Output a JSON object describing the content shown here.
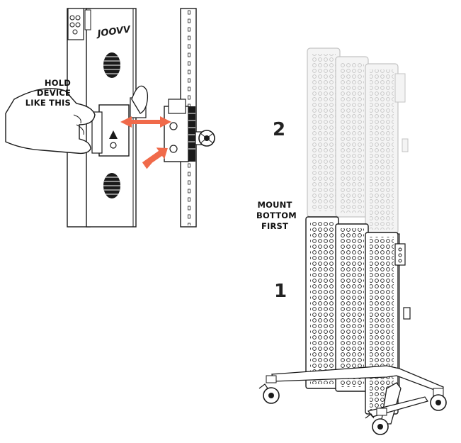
{
  "brand": "JOOVV",
  "labels": {
    "hold_device_line1": "HOLD DEVICE",
    "hold_device_line2": "LIKE THIS",
    "mount_line1": "MOUNT",
    "mount_line2": "BOTTOM",
    "mount_line3": "FIRST"
  },
  "steps": {
    "top": "2",
    "bottom": "1"
  },
  "colors": {
    "arrow": "#f06a4a",
    "line": "#1a1a1a",
    "ghost": "#c8c8c8",
    "panel_fill": "#ffffff",
    "ghost_fill": "#f2f2f2"
  },
  "icons": [
    "hand-icon",
    "mounting-bracket-icon",
    "knob-icon",
    "arrow-icon",
    "caster-wheel-icon"
  ]
}
